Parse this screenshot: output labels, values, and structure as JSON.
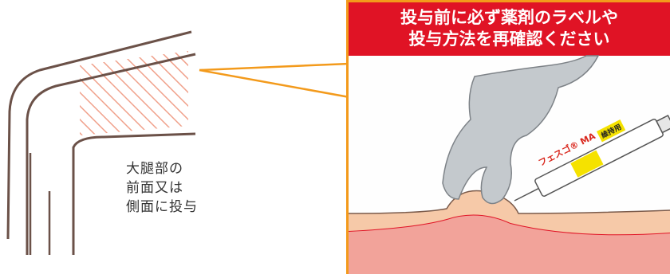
{
  "banner": {
    "line1": "投与前に必ず薬剤のラベルや",
    "line2": "投与方法を再確認ください"
  },
  "leg_label": {
    "line1": "大腿部の",
    "line2": "前面又は",
    "line3": "側面に投与"
  },
  "syringe": {
    "brand": "フェスゴ® MA",
    "tag": "維持用"
  },
  "colors": {
    "banner_red": "#e01325",
    "accent_orange": "#f39a1b",
    "leg_outline": "#6b5148",
    "hatch": "#f0a08a",
    "skin": "#f6c9a8",
    "tissue": "#f2a39a",
    "glove": "#b8bec4"
  },
  "icons": {
    "leg": "leg-outline-icon",
    "hand": "gloved-hand-icon",
    "syringe": "syringe-icon"
  }
}
